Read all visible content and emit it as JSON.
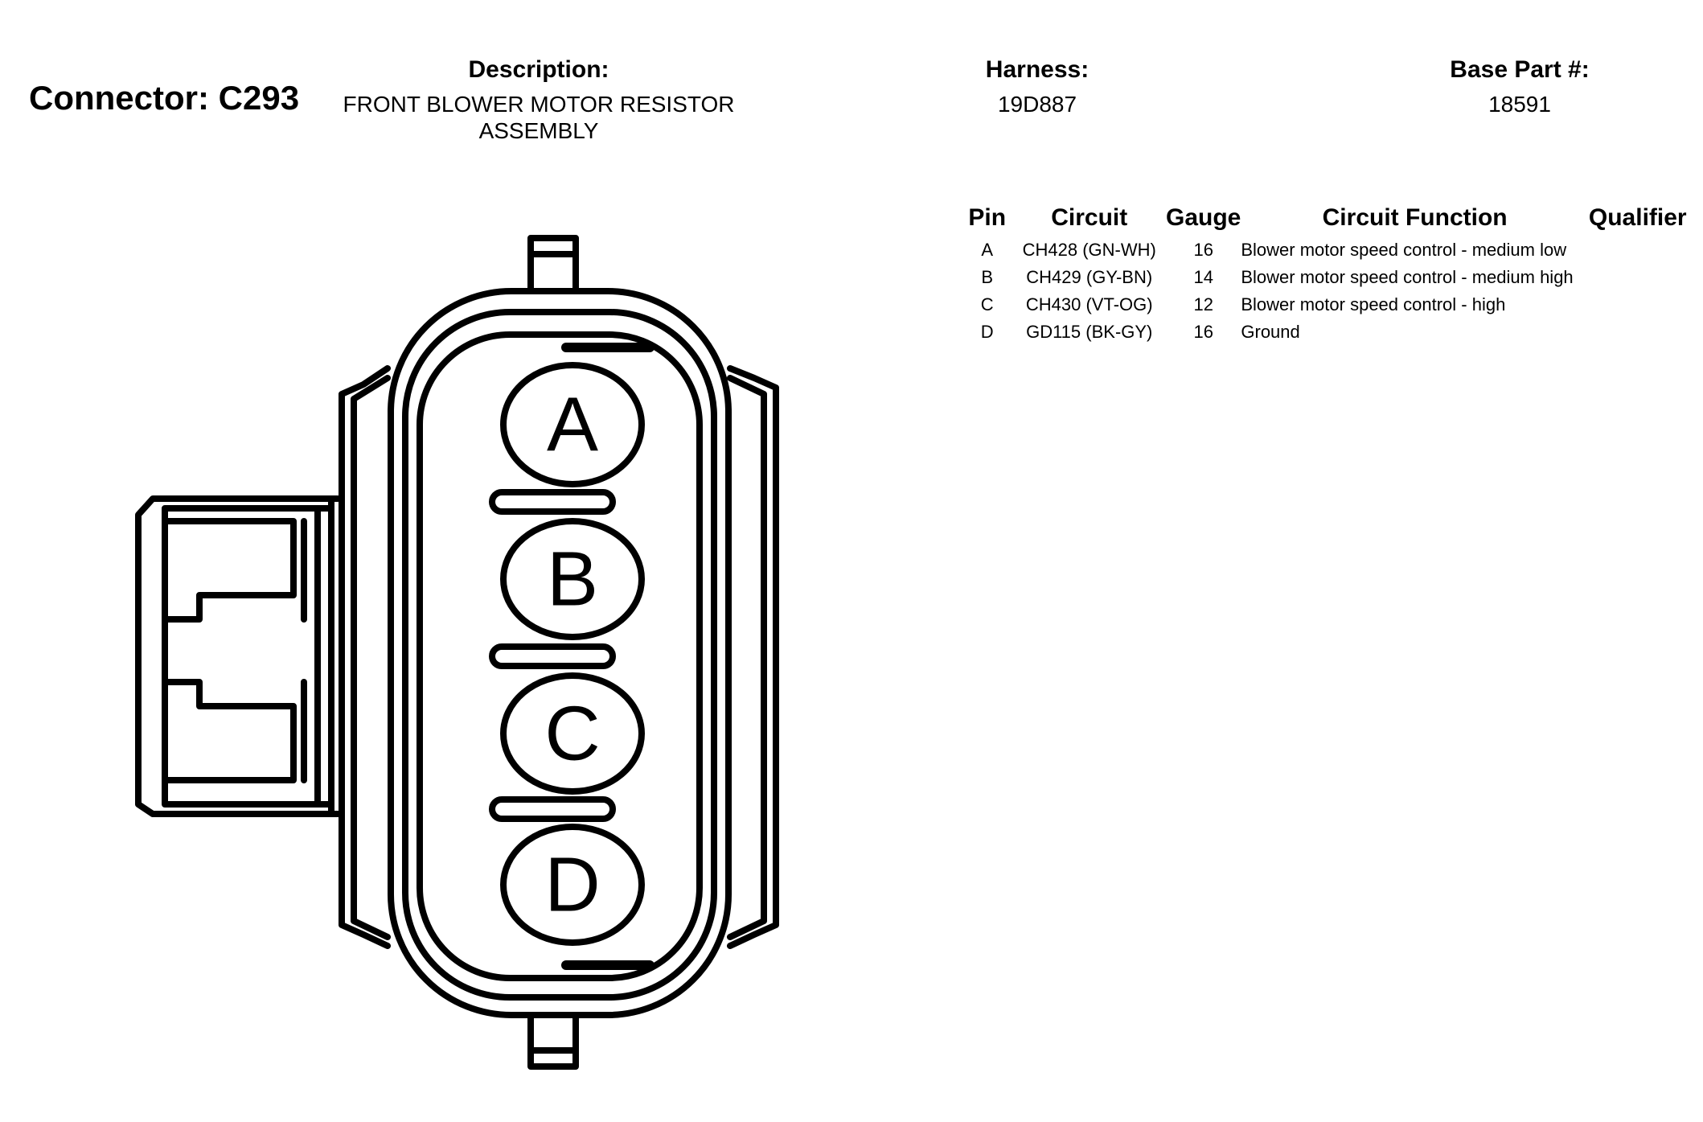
{
  "connector": {
    "title": "Connector: C293",
    "description_label": "Description:",
    "description_lines": [
      "FRONT BLOWER MOTOR RESISTOR",
      "ASSEMBLY"
    ],
    "harness_label": "Harness:",
    "harness_value": "19D887",
    "base_part_label": "Base Part #:",
    "base_part_value": "18591"
  },
  "table": {
    "headers": [
      "Pin",
      "Circuit",
      "Gauge",
      "Circuit Function",
      "Qualifier"
    ],
    "rows": [
      {
        "pin": "A",
        "circuit": "CH428 (GN-WH)",
        "gauge": "16",
        "function": "Blower motor speed control - medium low",
        "qualifier": ""
      },
      {
        "pin": "B",
        "circuit": "CH429 (GY-BN)",
        "gauge": "14",
        "function": "Blower motor speed control - medium high",
        "qualifier": ""
      },
      {
        "pin": "C",
        "circuit": "CH430 (VT-OG)",
        "gauge": "12",
        "function": "Blower motor speed control - high",
        "qualifier": ""
      },
      {
        "pin": "D",
        "circuit": "GD115 (BK-GY)",
        "gauge": "16",
        "function": "Ground",
        "qualifier": ""
      }
    ]
  },
  "diagram": {
    "pin_letters": [
      "A",
      "B",
      "C",
      "D"
    ]
  }
}
